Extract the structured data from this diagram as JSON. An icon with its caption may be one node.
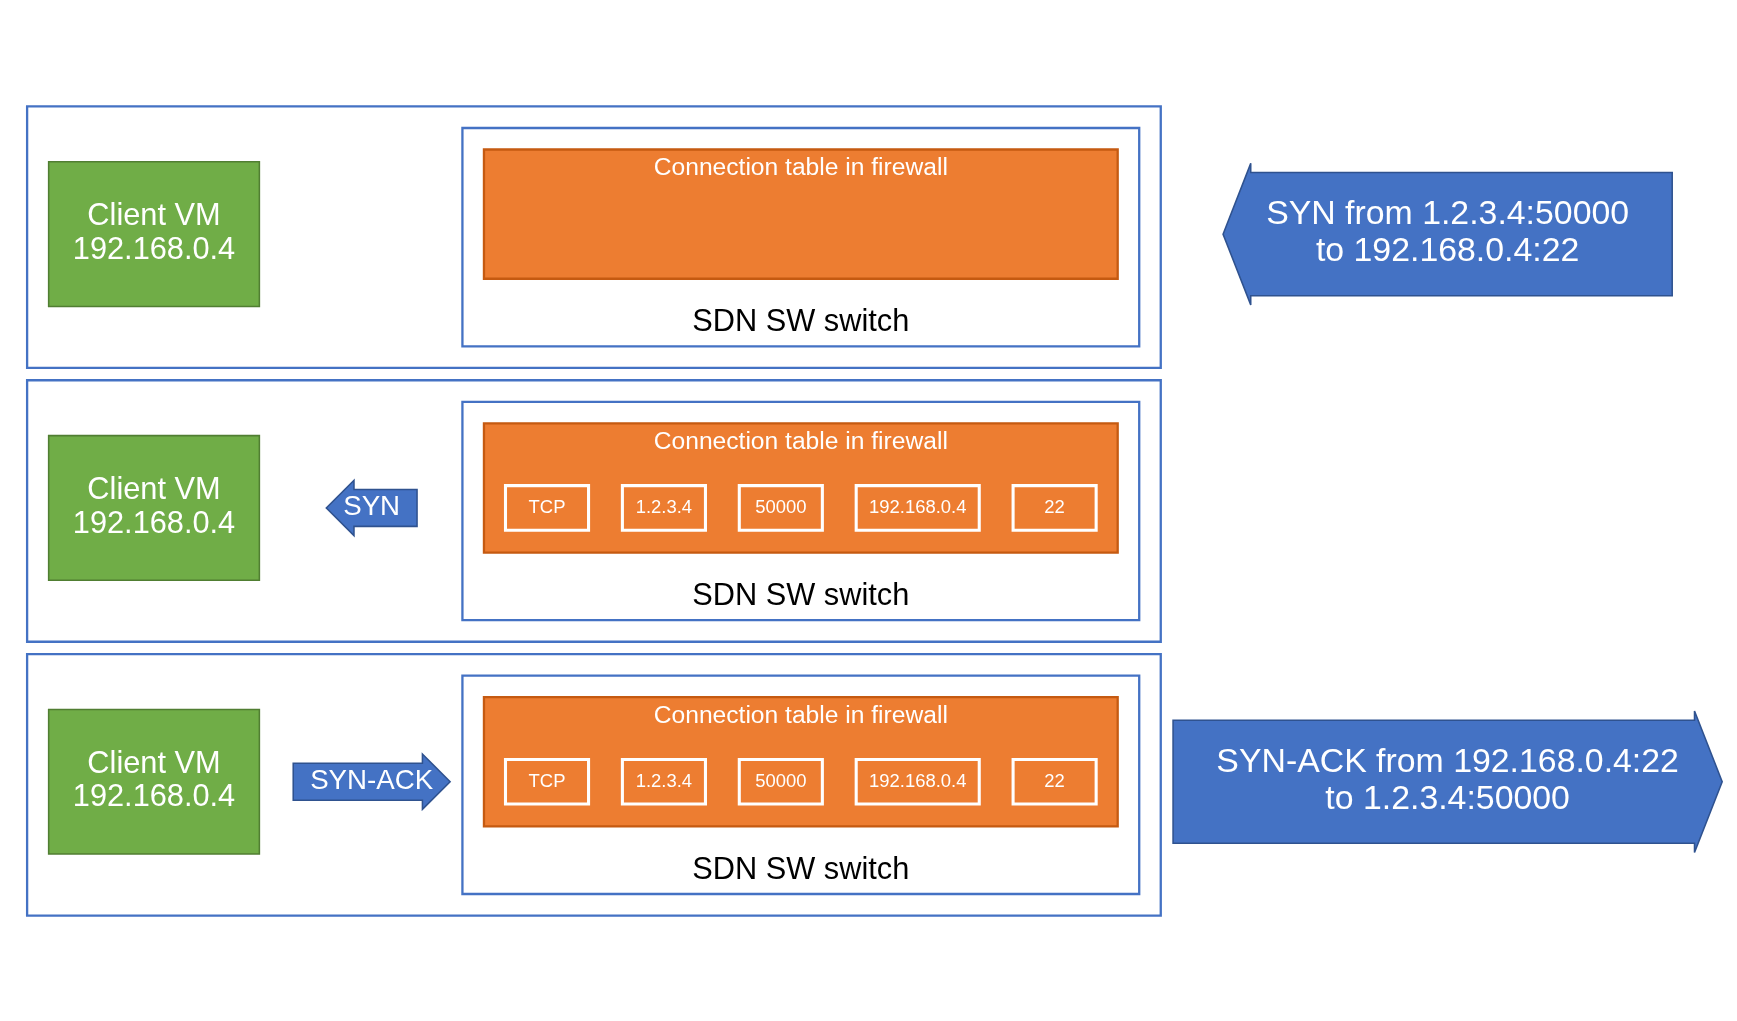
{
  "diagram": {
    "nodes": [
      {
        "text": [],
        "shape": "box"
      },
      {
        "text": [
          "Client VM 192.168.0.4"
        ],
        "in": 0
      },
      {
        "text": [
          "SDN SW switch"
        ],
        "in": 0
      },
      {
        "text": [
          "Connection table in firewall"
        ],
        "in": 2
      },
      {
        "text": [
          "SYN from 1.2.3.4:50000 to 192.168.0.4:22"
        ]
      },
      {
        "text": [],
        "shape": "box"
      },
      {
        "text": [
          "Client VM 192.168.0.4"
        ],
        "in": 5
      },
      {
        "text": [
          "SYN"
        ],
        "in": 5
      },
      {
        "text": [
          "SDN SW switch"
        ],
        "in": 5
      },
      {
        "text": [
          "Connection table in firewall"
        ],
        "in": 8
      },
      {
        "text": [
          "TCP"
        ],
        "in": 9
      },
      {
        "text": [
          "1.2.3.4"
        ],
        "in": 9
      },
      {
        "text": [
          "50000"
        ],
        "in": 9
      },
      {
        "text": [
          "192.168.0.4"
        ],
        "in": 9
      },
      {
        "text": [
          "22"
        ],
        "in": 9
      },
      {
        "text": [],
        "shape": "box"
      },
      {
        "text": [
          "Client VM 192.168.0.4"
        ],
        "in": 15
      },
      {
        "text": [
          "SYN-ACK"
        ],
        "in": 15
      },
      {
        "text": [
          "SDN SW switch"
        ],
        "in": 15
      },
      {
        "text": [
          "Connection table in firewall"
        ],
        "in": 18
      },
      {
        "text": [
          "TCP"
        ],
        "in": 19
      },
      {
        "text": [
          "1.2.3.4"
        ],
        "in": 19
      },
      {
        "text": [
          "50000"
        ],
        "in": 19
      },
      {
        "text": [
          "192.168.0.4"
        ],
        "in": 19
      },
      {
        "text": [
          "22"
        ],
        "in": 19
      },
      {
        "text": [
          "SYN-ACK from 192.168.0.4:22 to 1.2.3.4:50000"
        ]
      }
    ],
    "edges": []
  }
}
